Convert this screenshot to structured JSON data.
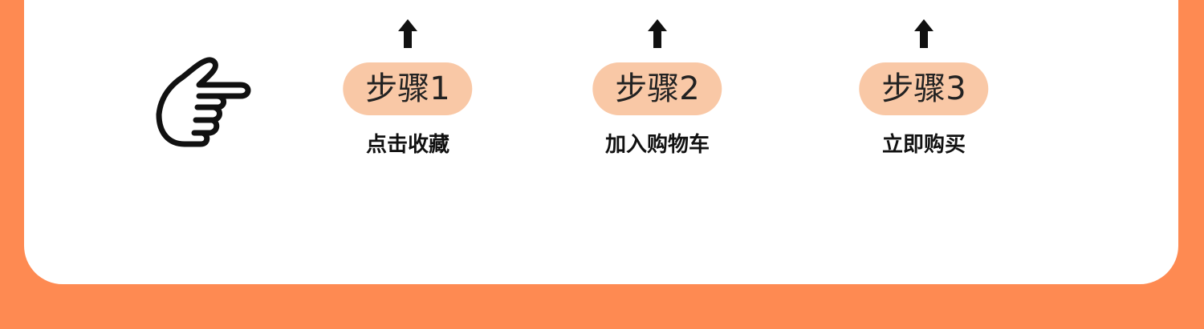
{
  "colors": {
    "background": "#fe8a52",
    "card": "#ffffff",
    "pill": "#f9c8a6"
  },
  "icons": {
    "hand": "pointing-hand-icon",
    "arrow": "arrow-up-icon"
  },
  "steps": [
    {
      "label": "步骤1",
      "caption": "点击收藏"
    },
    {
      "label": "步骤2",
      "caption": "加入购物车"
    },
    {
      "label": "步骤3",
      "caption": "立即购买"
    }
  ]
}
